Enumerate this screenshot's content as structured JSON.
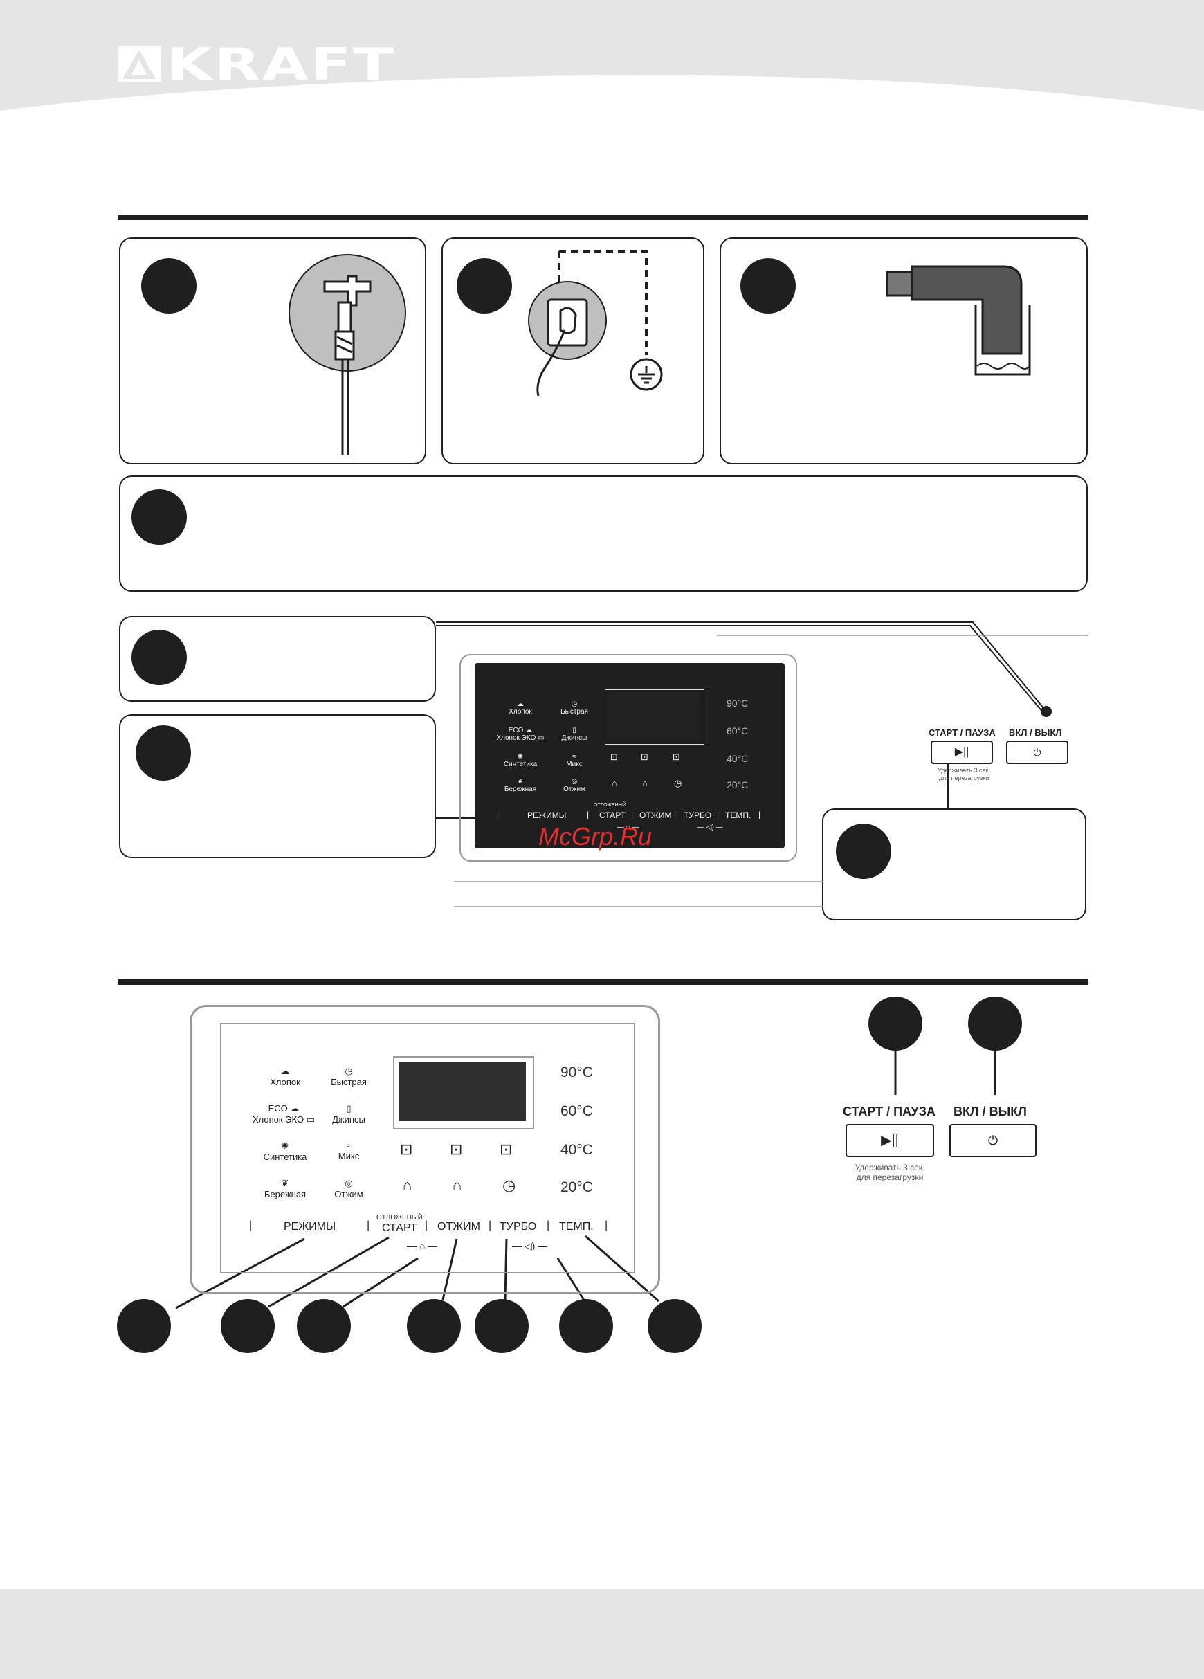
{
  "brand": {
    "name": "KRAFT",
    "colors": {
      "header_band": "#e5e5e5",
      "dark": "#1f1f1f",
      "watermark": "#e03030"
    }
  },
  "watermark": "McGrp.Ru",
  "small_panel": {
    "programs": [
      {
        "icon": "cotton-icon",
        "label": "Хлопок"
      },
      {
        "icon": "quick-icon",
        "label": "Быстрая"
      },
      {
        "icon": "eco-cotton-icon",
        "prefix": "ECO",
        "label": "Хлопок ЭКО"
      },
      {
        "icon": "jeans-icon",
        "label": "Джинсы"
      },
      {
        "icon": "synthetic-icon",
        "label": "Синтетика"
      },
      {
        "icon": "mix-icon",
        "label": "Микс"
      },
      {
        "icon": "delicate-icon",
        "label": "Бережная"
      },
      {
        "icon": "spin-icon",
        "label": "Отжим"
      }
    ],
    "temps": [
      "90°C",
      "60°C",
      "40°C",
      "20°C"
    ],
    "buttons": {
      "modes": "РЕЖИМЫ",
      "delay_top": "ОТЛОЖЕНЫЙ",
      "delay": "СТАРТ",
      "spin": "ОТЖИМ",
      "turbo": "ТУРБО",
      "temp": "ТЕМП."
    }
  },
  "side_controls": {
    "start_pause": "СТАРТ / ПАУЗА",
    "power": "ВКЛ / ВЫКЛ",
    "hint_line1": "Удерживать 3 сек.",
    "hint_line2": "для перезагрузки",
    "start_icon": "play-pause-icon",
    "power_icon": "power-icon"
  },
  "big_panel": {
    "programs": [
      {
        "icon": "cotton-icon",
        "label": "Хлопок"
      },
      {
        "icon": "quick-icon",
        "label": "Быстрая"
      },
      {
        "icon": "eco-cotton-icon",
        "prefix": "ECO",
        "label": "Хлопок ЭКО"
      },
      {
        "icon": "jeans-icon",
        "label": "Джинсы"
      },
      {
        "icon": "synthetic-icon",
        "label": "Синтетика"
      },
      {
        "icon": "mix-icon",
        "label": "Микс"
      },
      {
        "icon": "delicate-icon",
        "label": "Бережная"
      },
      {
        "icon": "spin-icon",
        "label": "Отжим"
      }
    ],
    "temps": [
      "90°C",
      "60°C",
      "40°C",
      "20°C"
    ],
    "buttons": {
      "modes": "РЕЖИМЫ",
      "delay_top": "ОТЛОЖЕНЫЙ",
      "delay": "СТАРТ",
      "spin": "ОТЖИМ",
      "turbo": "ТУРБО",
      "temp": "ТЕМП."
    },
    "status_icons": [
      "prewash-icon",
      "intensive-icon",
      "rinse-icon",
      "lock-icon",
      "child-lock-icon",
      "delay-icon"
    ]
  },
  "big_side_controls": {
    "start_pause": "СТАРТ / ПАУЗА",
    "power": "ВКЛ / ВЫКЛ",
    "hint_line1": "Удерживать 3 сек.",
    "hint_line2": "для перезагрузки"
  }
}
